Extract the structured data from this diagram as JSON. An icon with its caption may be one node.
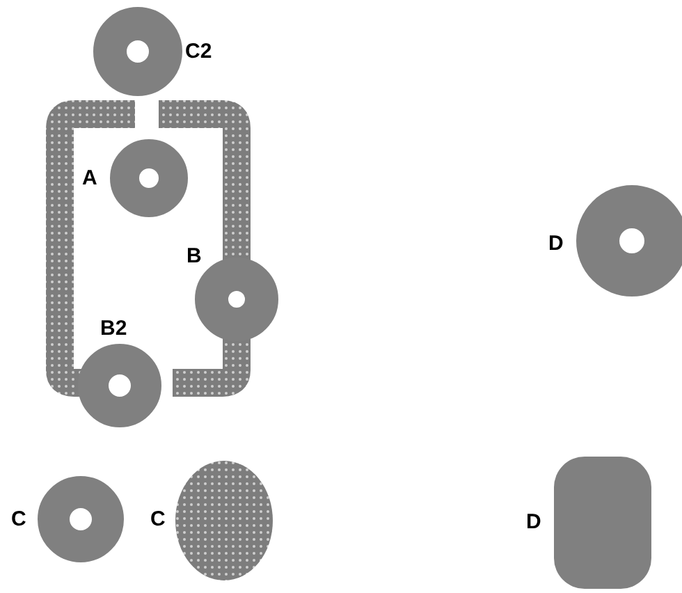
{
  "diagram": {
    "labels": [
      "C2",
      "A",
      "D",
      "B",
      "B2",
      "C",
      "C",
      "D"
    ]
  }
}
